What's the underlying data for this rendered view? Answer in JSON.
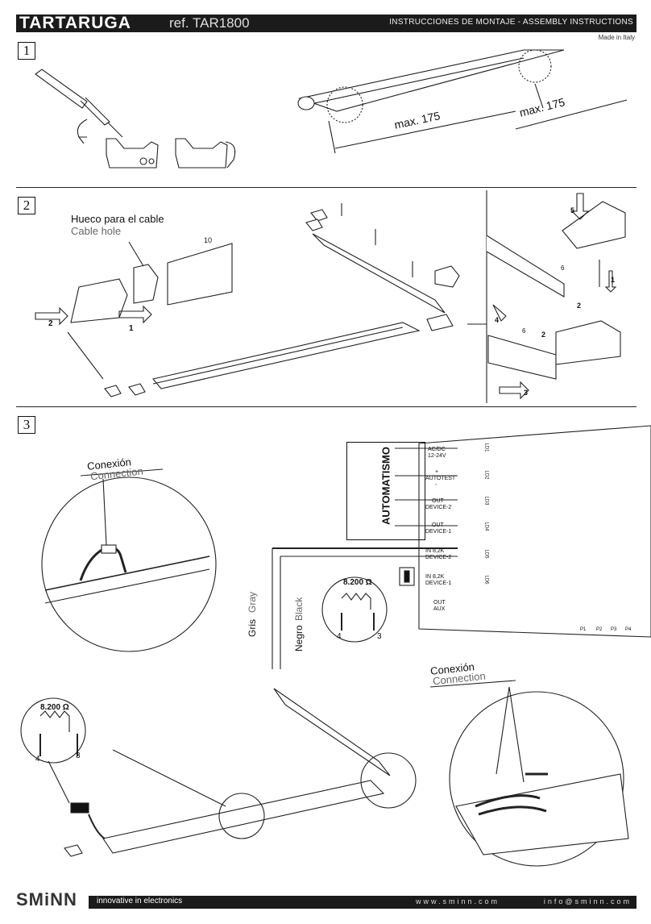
{
  "header": {
    "brand": "TARTARUGA",
    "ref": "ref. TAR1800",
    "instructions": "INSTRUCCIONES DE MONTAJE - ASSEMBLY INSTRUCTIONS",
    "made_in": "Made in Italy"
  },
  "steps": [
    "1",
    "2",
    "3"
  ],
  "step1": {
    "max_left": "max. 175",
    "max_right": "max. 175"
  },
  "step2": {
    "hole_es": "Hueco para el cable",
    "hole_en": "Cable hole",
    "dim_10": "10",
    "arrow_1": "1",
    "arrow_2": "2",
    "detail": {
      "n1": "1",
      "n2": "2",
      "n3": "3",
      "n4": "4",
      "n5": "5",
      "n6": "6",
      "n2b": "2",
      "n6b": "6"
    }
  },
  "step3": {
    "conn1_es": "Conexión",
    "conn1_en": "Connection",
    "conn2_es": "Conexión",
    "conn2_en": "Connection",
    "automatismo": "AUTOMATISMO",
    "resistor1": "8.200 Ω",
    "resistor2": "8.200 Ω",
    "r1_pin4": "4",
    "r1_pin3": "3",
    "r2_pin4": "4",
    "r2_pin3": "3",
    "gris": "Gris",
    "gray": "Gray",
    "negro": "Negro",
    "black": "Black",
    "terminals": [
      {
        "l1": "AC/DC",
        "l2": "12-24V"
      },
      {
        "l1": "+",
        "l2": "AUTOTEST"
      },
      {
        "l1": "-",
        "l2": ""
      },
      {
        "l1": "OUT",
        "l2": "DEVICE-2"
      },
      {
        "l1": "OUT",
        "l2": "DEVICE-1"
      },
      {
        "l1": "IN 8,2K",
        "l2": "DEVICE-2"
      },
      {
        "l1": "IN 8,2K",
        "l2": "DEVICE-1"
      },
      {
        "l1": "OUT",
        "l2": "AUX"
      }
    ],
    "leds": [
      "LD1",
      "LD2",
      "LD3",
      "LD4",
      "LD5",
      "LD6"
    ],
    "pads": [
      "P1",
      "P2",
      "P3",
      "P4"
    ]
  },
  "footer": {
    "logo": "SMiNN",
    "tagline": "innovative in electronics",
    "web": "www.sminn.com",
    "email": "info@sminn.com"
  }
}
